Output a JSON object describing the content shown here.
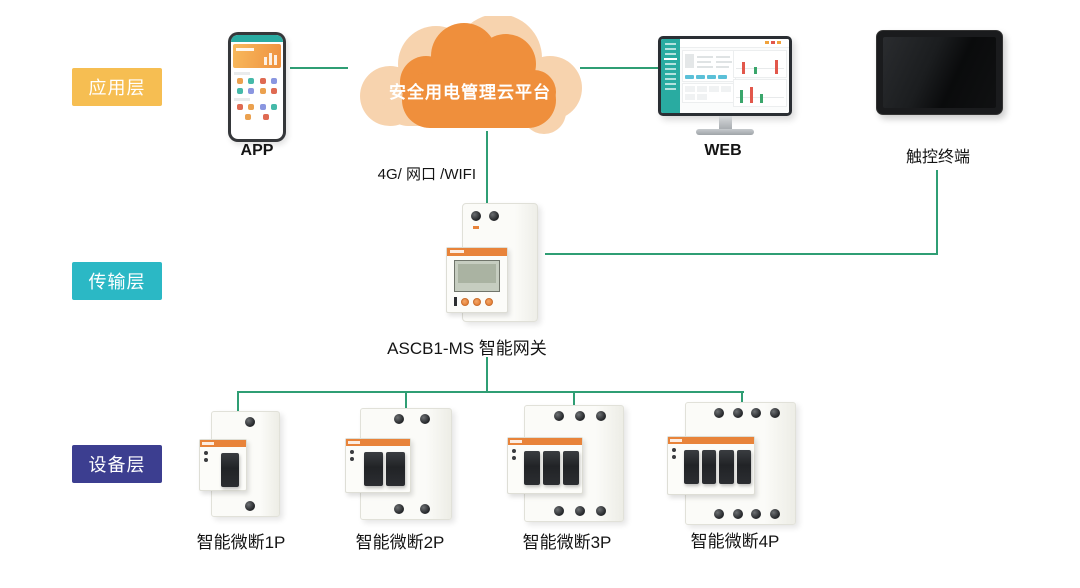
{
  "layers": [
    {
      "label": "应用层"
    },
    {
      "label": "传输层"
    },
    {
      "label": "设备层"
    }
  ],
  "cloud": {
    "label": "安全用电管理云平台"
  },
  "nodes": {
    "app": {
      "label": "APP"
    },
    "web": {
      "label": "WEB"
    },
    "terminal": {
      "label": "触控终端"
    },
    "gateway": {
      "label": "ASCB1-MS 智能网关"
    }
  },
  "uplink": {
    "label": "4G/ 网口 /WIFI"
  },
  "breakers": [
    {
      "label": "智能微断1P"
    },
    {
      "label": "智能微断2P"
    },
    {
      "label": "智能微断3P"
    },
    {
      "label": "智能微断4P"
    }
  ],
  "theme": {
    "line_color": "#2f9e74",
    "layer_app": "#f6be52",
    "layer_trans": "#2bb8c5",
    "layer_device": "#3c3e90",
    "cloud_fill": "#ef8f3c",
    "cloud_halo": "#f7d3ae",
    "accent_orange": "#e8833a",
    "ui_teal": "#29aba1",
    "text_color": "#1a1a1a"
  }
}
